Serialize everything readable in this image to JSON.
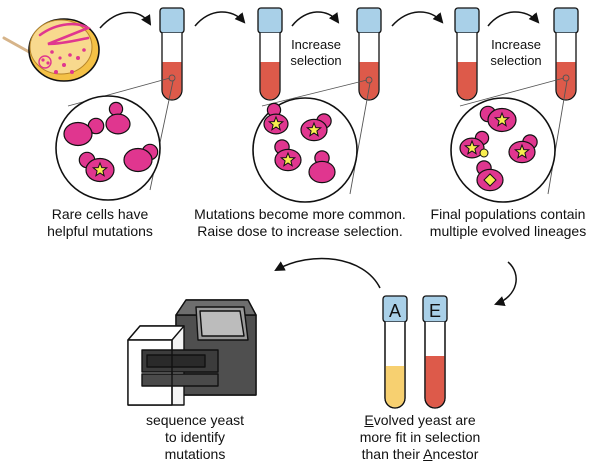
{
  "step_labels": {
    "increase_1": [
      "Increase",
      "selection"
    ],
    "increase_2": [
      "Increase",
      "selection"
    ]
  },
  "captions": {
    "rare": [
      "Rare cells have",
      "helpful mutations"
    ],
    "common": [
      "Mutations become more common.",
      "Raise dose to increase selection."
    ],
    "final": [
      "Final populations contain",
      "multiple evolved lineages"
    ],
    "sequence": [
      "sequence yeast",
      "to identify",
      "mutations"
    ],
    "evolved": {
      "line1_initial": "E",
      "line1_rest": "volved yeast are",
      "line2": "more fit in selection",
      "line3_prefix": "than their ",
      "line3_initial": "A",
      "line3_rest": "ncestor"
    }
  },
  "tube_labels": {
    "ancestor": "A",
    "evolved": "E"
  },
  "icons": [
    "petri-dish-icon",
    "culture-tube-icon",
    "yeast-cell-icon",
    "mutation-star-icon",
    "dna-sequencer-icon",
    "curved-arrow-icon"
  ],
  "colors": {
    "cap_blue": "#a9d0e8",
    "media_red": "#dd5a4a",
    "media_yellow": "#f7d070",
    "yeast_magenta": "#e0368f",
    "star_yellow": "#f8ee4f",
    "dish_orange": "#f2b03a",
    "sequencer_gray": "#5a5a5a"
  }
}
